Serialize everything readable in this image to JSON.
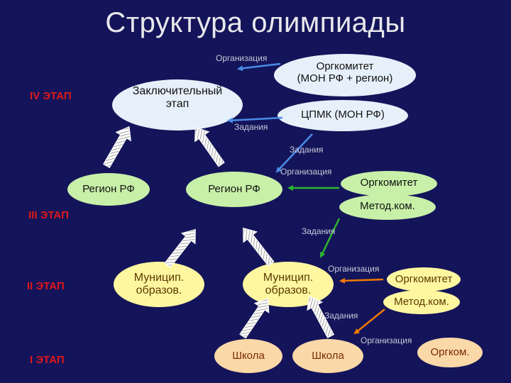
{
  "title": "Структура олимпиады",
  "stages": {
    "iv": "IV ЭТАП",
    "iii": "III ЭТАП",
    "ii": "II ЭТАП",
    "i": "I ЭТАП"
  },
  "nodes": {
    "final": [
      "Заключительный",
      "этап"
    ],
    "orgkomitet_top": [
      "Оргкомитет",
      "(МОН РФ + регион)"
    ],
    "cpmk": "ЦПМК (МОН РФ)",
    "region_left": "Регион РФ",
    "region_right": "Регион РФ",
    "orgkomitet_region": "Оргкомитет",
    "metod_region": "Метод.ком.",
    "munic_left": [
      "Муницип.",
      "образов."
    ],
    "munic_right": [
      "Муницип.",
      "образов."
    ],
    "orgkomitet_munic": "Оргкомитет",
    "metod_munic": "Метод.ком.",
    "school_left": "Школа",
    "school_right": "Школа",
    "orgkom_school": "Оргком."
  },
  "labels": {
    "org_top": "Организация",
    "tasks_top": "Задания",
    "tasks_region_1": "Задания",
    "org_region": "Организация",
    "tasks_region_2": "Задания",
    "org_munic": "Организация",
    "tasks_munic": "Задания",
    "org_school": "Организация"
  },
  "colors": {
    "background": "#14145a",
    "stage_text": "#e01818",
    "blue_node": "#e6f0fa",
    "green_node": "#c8f0a8",
    "yellow_node": "#fff7a0",
    "arrow_blue": "#4a8ce6",
    "arrow_green": "#2fb52f",
    "arrow_orange": "#f07a00"
  }
}
